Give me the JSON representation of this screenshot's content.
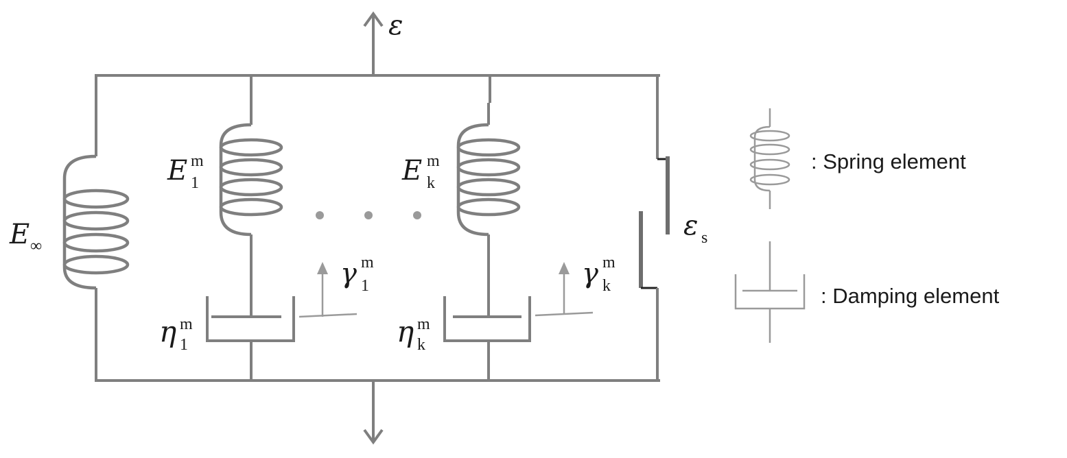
{
  "labels": {
    "strain": "ε",
    "e_inf_base": "E",
    "e_inf_sub": "∞",
    "e1_base": "E",
    "e1_sup": "m",
    "e1_sub": "1",
    "ek_base": "E",
    "ek_sup": "m",
    "ek_sub": "k",
    "eta1_base": "η",
    "eta1_sup": "m",
    "eta1_sub": "1",
    "etak_base": "η",
    "etak_sup": "m",
    "etak_sub": "k",
    "gamma1_base": "γ",
    "gamma1_sup": "m",
    "gamma1_sub": "1",
    "gammak_base": "γ",
    "gammak_sup": "m",
    "gammak_sub": "k",
    "es_base": "ε",
    "es_sub": "s"
  },
  "legend": {
    "spring": ": Spring element",
    "damping": ": Damping element"
  },
  "colors": {
    "wire": "#7f7f7f",
    "text": "#1a1a1a"
  }
}
